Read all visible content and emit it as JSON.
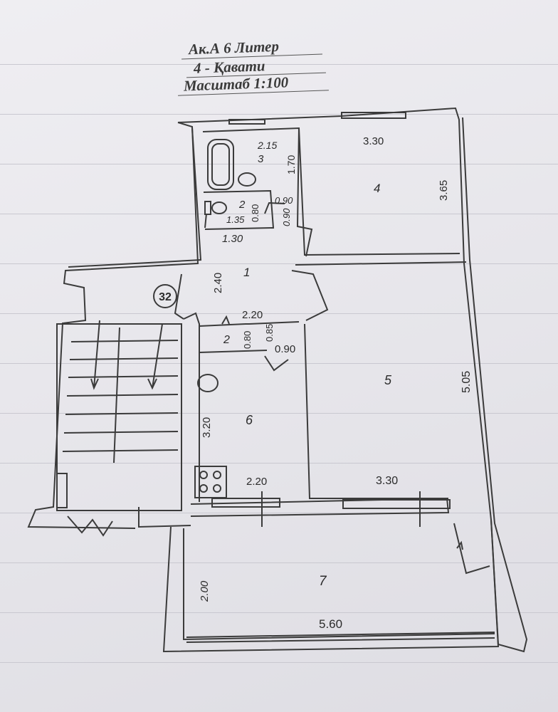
{
  "title": {
    "line1": "Ак.А 6  Литер",
    "line2": "4 - Қавати",
    "line3": "Масштаб 1:100"
  },
  "apartment_number": "32",
  "rooms": [
    {
      "id": "1"
    },
    {
      "id": "2"
    },
    {
      "id": "3"
    },
    {
      "id": "4"
    },
    {
      "id": "5"
    },
    {
      "id": "6"
    },
    {
      "id": "7"
    },
    {
      "id": "2"
    }
  ],
  "dimensions": {
    "bath_width": "2.15",
    "bath_depth": "1.70",
    "room4_width": "3.30",
    "room4_depth": "3.65",
    "wc_door": "0.90",
    "wc_width_a": "0.80",
    "wc_width_b": "1.35",
    "wc_door_side": "0.90",
    "wc_bottom": "1.30",
    "hall_depth": "2.40",
    "hall_width": "2.20",
    "closet_a": "0.80",
    "closet_b": "0.85",
    "closet_door": "0.90",
    "kitchen_depth": "3.20",
    "kitchen_width": "2.20",
    "room5_depth": "5.05",
    "room5_width": "3.30",
    "balcony_depth": "2.00",
    "balcony_width": "5.60"
  }
}
